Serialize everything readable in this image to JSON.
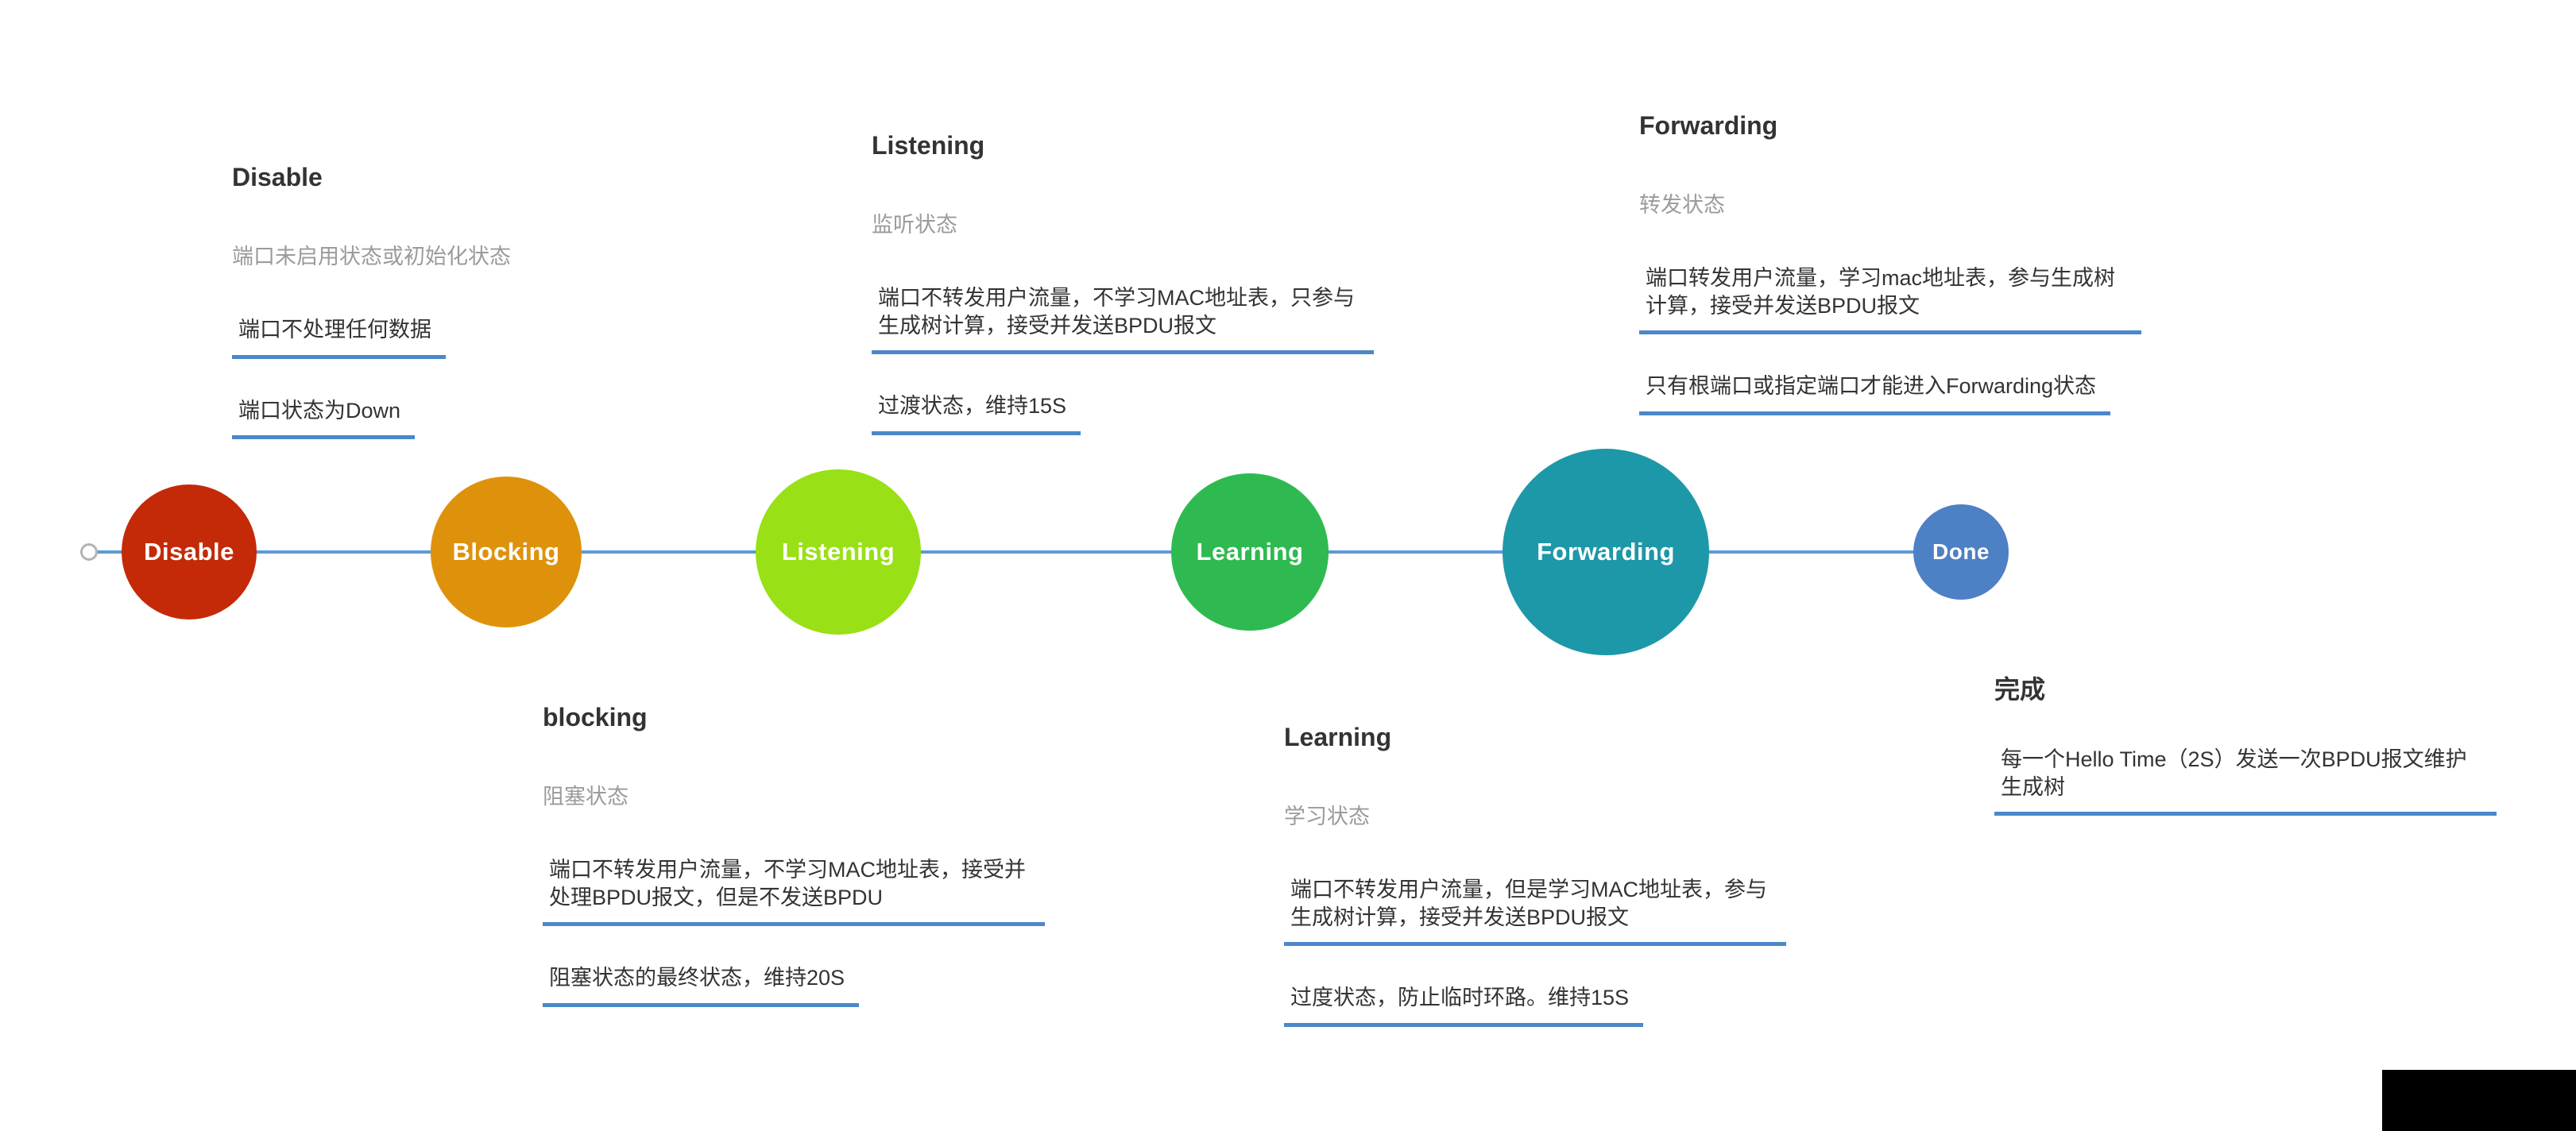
{
  "accent": {
    "line_color": "#5b9bd5",
    "underline_color": "#4a88c9",
    "title_color": "#333333",
    "subtitle_color": "#9b9b9b",
    "body_color": "#333333"
  },
  "timeline": {
    "nodes": [
      {
        "label": "Disable",
        "color": "#c42a08"
      },
      {
        "label": "Blocking",
        "color": "#de920c"
      },
      {
        "label": "Listening",
        "color": "#99e016"
      },
      {
        "label": "Learning",
        "color": "#2eba50"
      },
      {
        "label": "Forwarding",
        "color": "#1d98a8"
      },
      {
        "label": "Done",
        "color": "#4d80c4"
      }
    ]
  },
  "annotations": [
    {
      "id": "disable",
      "title": "Disable",
      "subtitle": "端口未启用状态或初始化状态",
      "items": [
        "端口不处理任何数据",
        "端口状态为Down"
      ]
    },
    {
      "id": "blocking",
      "title": "blocking",
      "subtitle": "阻塞状态",
      "items": [
        "端口不转发用户流量，不学习MAC地址表，接受并处理BPDU报文，但是不发送BPDU",
        "阻塞状态的最终状态，维持20S"
      ]
    },
    {
      "id": "listening",
      "title": "Listening",
      "subtitle": "监听状态",
      "items": [
        "端口不转发用户流量，不学习MAC地址表，只参与生成树计算，接受并发送BPDU报文",
        "过渡状态，维持15S"
      ]
    },
    {
      "id": "learning",
      "title": "Learning",
      "subtitle": "学习状态",
      "items": [
        "端口不转发用户流量，但是学习MAC地址表，参与生成树计算，接受并发送BPDU报文",
        "过度状态，防止临时环路。维持15S"
      ]
    },
    {
      "id": "forwarding",
      "title": "Forwarding",
      "subtitle": "转发状态",
      "items": [
        "端口转发用户流量，学习mac地址表，参与生成树计算，接受并发送BPDU报文",
        "只有根端口或指定端口才能进入Forwarding状态"
      ]
    },
    {
      "id": "done",
      "title": "完成",
      "items": [
        "每一个Hello Time（2S）发送一次BPDU报文维护生成树"
      ]
    }
  ]
}
